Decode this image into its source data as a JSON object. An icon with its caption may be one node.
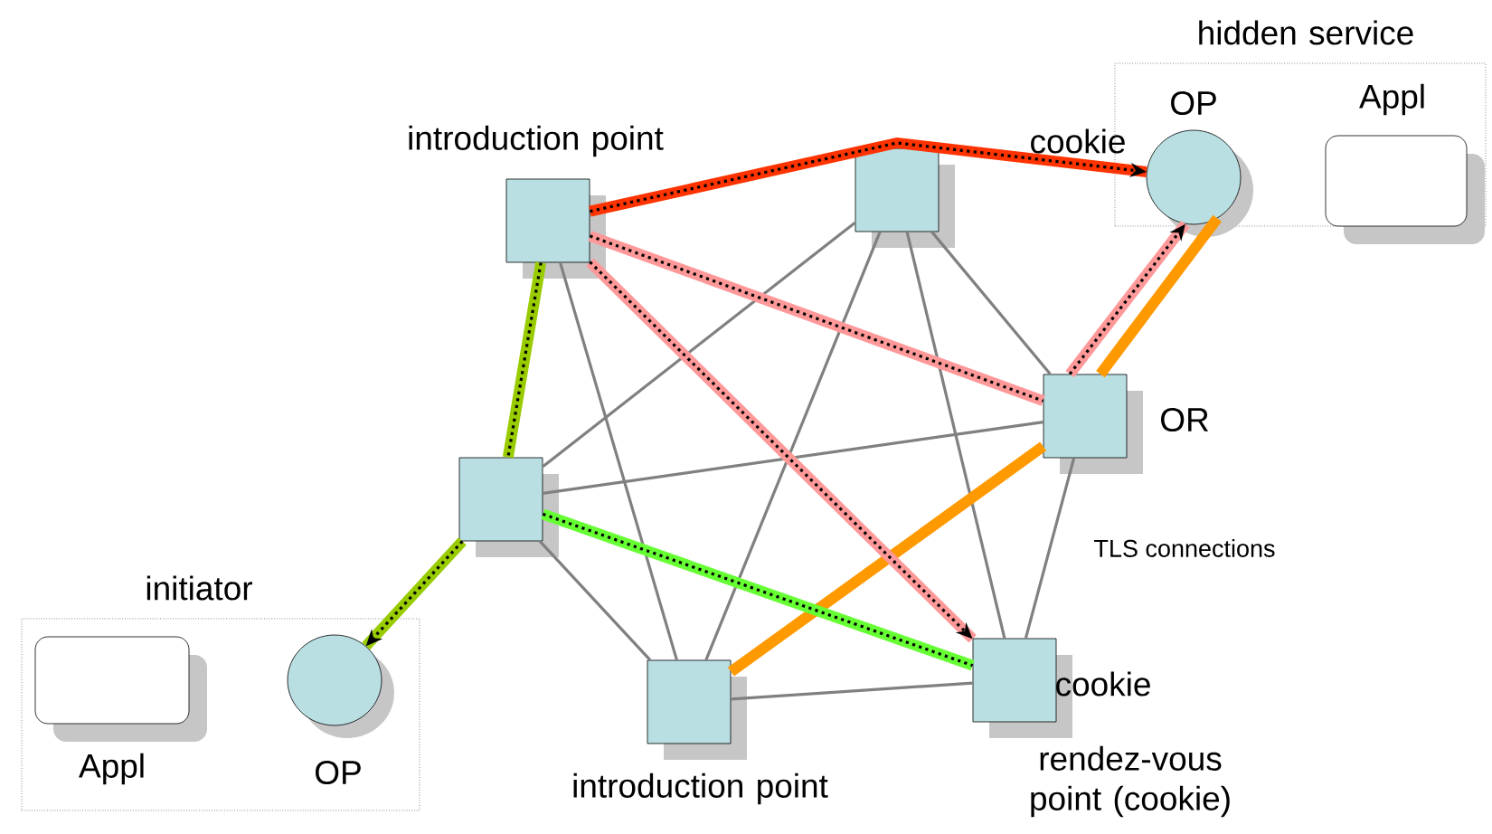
{
  "diagram": {
    "nodes": [
      {
        "text": [
          "hidden service"
        ]
      },
      {
        "text": [
          "OP"
        ],
        "in": 0,
        "beside": [
          "cookie"
        ]
      },
      {
        "text": [
          "Appl"
        ],
        "in": 0
      },
      {
        "text": [
          "initiator"
        ]
      },
      {
        "text": [
          "Appl"
        ],
        "in": 3
      },
      {
        "text": [
          "OP"
        ],
        "in": 3
      },
      {
        "text": [
          "introduction point"
        ]
      },
      {
        "text": [],
        "shape": "box"
      },
      {
        "text": [
          "OR"
        ]
      },
      {
        "text": [],
        "shape": "box"
      },
      {
        "text": [
          "introduction point"
        ]
      },
      {
        "text": [
          "cookie",
          "rendez-vous point (cookie)"
        ]
      }
    ],
    "edges": [
      {
        "from": 6,
        "to": 10,
        "arrow": "none"
      },
      {
        "from": 7,
        "to": 9,
        "arrow": "none"
      },
      {
        "from": 7,
        "to": 10,
        "arrow": "none"
      },
      {
        "from": 7,
        "to": 11,
        "arrow": "none"
      },
      {
        "from": 7,
        "to": 8,
        "arrow": "none"
      },
      {
        "from": 9,
        "to": 8,
        "arrow": "none"
      },
      {
        "from": 9,
        "to": 10,
        "arrow": "none"
      },
      {
        "from": 10,
        "to": 11,
        "arrow": "none"
      },
      {
        "from": 8,
        "to": 11,
        "arrow": "none"
      },
      {
        "from": 10,
        "to": 8,
        "arrow": "none",
        "style": "thick",
        "color": "#ff9900"
      },
      {
        "from": 8,
        "to": 1,
        "arrow": "none",
        "style": "thick",
        "color": "#ff9900"
      },
      {
        "from": 6,
        "to": 1,
        "arrow": "to",
        "style": "thick",
        "color": "#ff3300"
      },
      {
        "from": 6,
        "to": 8,
        "arrow": "none",
        "style": "thick",
        "color": "#ff9999"
      },
      {
        "from": 8,
        "to": 1,
        "arrow": "to",
        "style": "thick",
        "color": "#ff9999"
      },
      {
        "from": 6,
        "to": 11,
        "arrow": "to",
        "style": "thick",
        "color": "#ff9999"
      },
      {
        "from": 6,
        "to": 9,
        "arrow": "none",
        "style": "thick",
        "color": "#99cc00"
      },
      {
        "from": 9,
        "to": 5,
        "arrow": "to",
        "style": "thick",
        "color": "#99cc00"
      },
      {
        "from": 9,
        "to": 11,
        "arrow": "none",
        "style": "thick",
        "color": "#66ff33"
      }
    ],
    "labels": [
      "TLS connections"
    ]
  }
}
